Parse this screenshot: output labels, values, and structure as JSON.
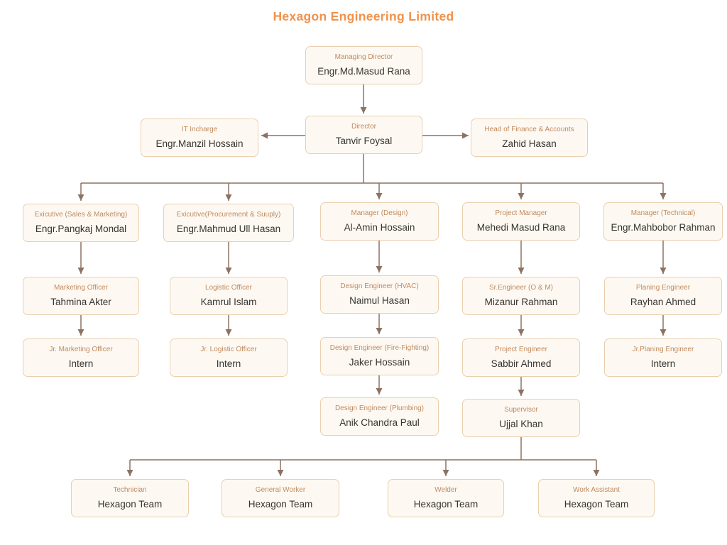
{
  "title": "Hexagon Engineering Limited",
  "colors": {
    "title_accent": "#f0924a",
    "box_background": "#fdf9f2",
    "box_border": "#eacfae",
    "role_text": "#c08a5f",
    "name_text": "#373330",
    "connector_line": "#8c7263"
  },
  "nodes": {
    "managing_director": {
      "role": "Managing Director",
      "name": "Engr.Md.Masud Rana"
    },
    "director": {
      "role": "Director",
      "name": "Tanvir Foysal"
    },
    "it_incharge": {
      "role": "IT Incharge",
      "name": "Engr.Manzil Hossain"
    },
    "finance_head": {
      "role": "Head of Finance & Accounts",
      "name": "Zahid Hasan"
    },
    "exec_sales": {
      "role": "Exicutive (Sales & Marketing)",
      "name": "Engr.Pangkaj Mondal"
    },
    "exec_procurement": {
      "role": "Exicutive(Procurement & Suuply)",
      "name": "Engr.Mahmud Ull Hasan"
    },
    "manager_design": {
      "role": "Manager (Design)",
      "name": "Al-Amin Hossain"
    },
    "project_manager": {
      "role": "Project Manager",
      "name": "Mehedi Masud Rana"
    },
    "manager_technical": {
      "role": "Manager (Technical)",
      "name": "Engr.Mahbobor Rahman"
    },
    "marketing_officer": {
      "role": "Marketing Officer",
      "name": "Tahmina Akter"
    },
    "logistic_officer": {
      "role": "Logistic Officer",
      "name": "Kamrul Islam"
    },
    "design_hvac": {
      "role": "Design Engineer (HVAC)",
      "name": "Naimul Hasan"
    },
    "sr_engineer": {
      "role": "Sr.Engineer (O & M)",
      "name": "Mizanur Rahman"
    },
    "planing_engineer": {
      "role": "Planing Engineer",
      "name": "Rayhan Ahmed"
    },
    "jr_marketing": {
      "role": "Jr. Marketing Officer",
      "name": "Intern"
    },
    "jr_logistic": {
      "role": "Jr. Logistic Officer",
      "name": "Intern"
    },
    "design_fire": {
      "role": "Design Engineer (Fire-Fighting)",
      "name": "Jaker Hossain"
    },
    "project_engineer": {
      "role": "Project Engineer",
      "name": "Sabbir Ahmed"
    },
    "jr_planing": {
      "role": "Jr.Planing Engineer",
      "name": "Intern"
    },
    "design_plumbing": {
      "role": "Design Engineer (Plumbing)",
      "name": "Anik Chandra Paul"
    },
    "supervisor": {
      "role": "Supervisor",
      "name": "Ujjal Khan"
    },
    "technician": {
      "role": "Technician",
      "name": "Hexagon Team"
    },
    "general_worker": {
      "role": "General Worker",
      "name": "Hexagon Team"
    },
    "welder": {
      "role": "Welder",
      "name": "Hexagon Team"
    },
    "work_assistant": {
      "role": "Work Assistant",
      "name": "Hexagon Team"
    }
  }
}
